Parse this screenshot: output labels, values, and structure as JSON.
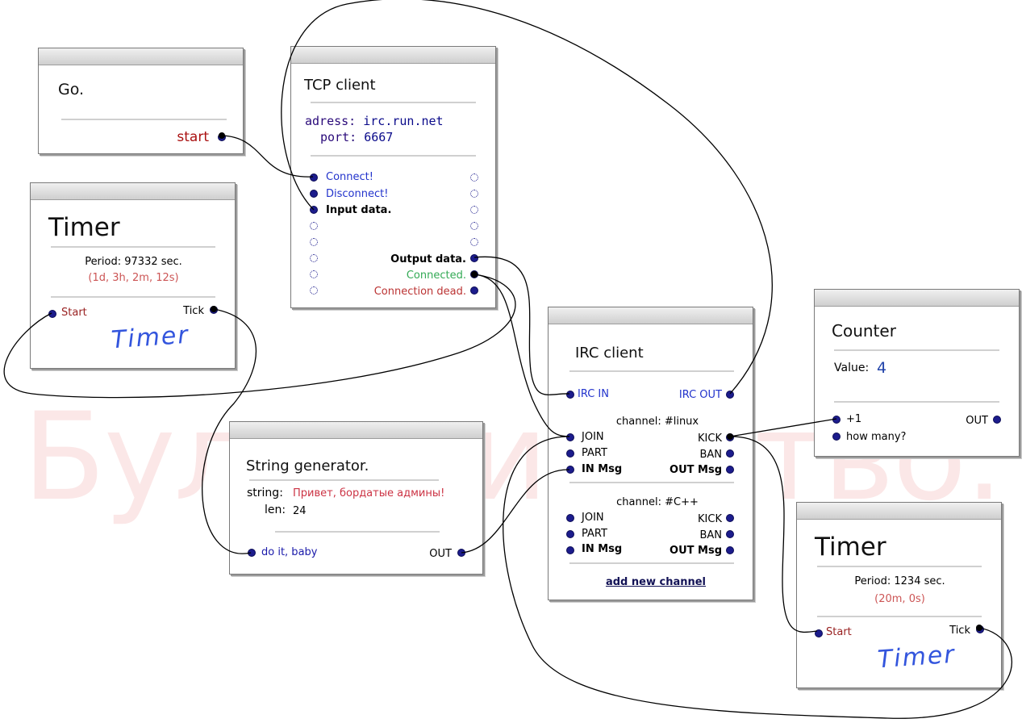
{
  "watermark": "Булочничество.",
  "go": {
    "title": "Go.",
    "start": "start"
  },
  "tcp": {
    "title": "TCP client",
    "address_label": "adress:",
    "address": "irc.run.net",
    "port_label": "port:",
    "port": "6667",
    "inputs": [
      "Connect!",
      "Disconnect!",
      "Input data."
    ],
    "output_data": "Output data.",
    "connected": "Connected.",
    "dead": "Connection dead."
  },
  "timer1": {
    "title": "Timer",
    "period_label": "Period:",
    "period": "97332 sec.",
    "human": "(1d, 3h, 2m, 12s)",
    "start": "Start",
    "tick": "Tick",
    "logo": "Timer"
  },
  "stringgen": {
    "title": "String generator.",
    "string_label": "string:",
    "string": "Привет, бордатые админы!",
    "len_label": "len:",
    "len": "24",
    "doit": "do it, baby",
    "out": "OUT"
  },
  "irc": {
    "title": "IRC client",
    "irc_in": "IRC IN",
    "irc_out": "IRC OUT",
    "channels": [
      {
        "name": "channel: #linux",
        "left": [
          "JOIN",
          "PART",
          "IN Msg"
        ],
        "right": [
          "KICK",
          "BAN",
          "OUT Msg"
        ]
      },
      {
        "name": "channel: #C++",
        "left": [
          "JOIN",
          "PART",
          "IN Msg"
        ],
        "right": [
          "KICK",
          "BAN",
          "OUT Msg"
        ]
      }
    ],
    "add_channel": "add new channel"
  },
  "counter": {
    "title": "Counter",
    "value_label": "Value:",
    "value": "4",
    "plus": "+1",
    "howmany": "how many?",
    "out": "OUT"
  },
  "timer2": {
    "title": "Timer",
    "period_label": "Period:",
    "period": "1234 sec.",
    "human": "(20m, 0s)",
    "start": "Start",
    "tick": "Tick",
    "logo": "Timer"
  },
  "colors": {
    "port": "#1c1c8c",
    "wire": "#000000",
    "label_blue": "#2233cc",
    "label_red": "#aa1111"
  }
}
